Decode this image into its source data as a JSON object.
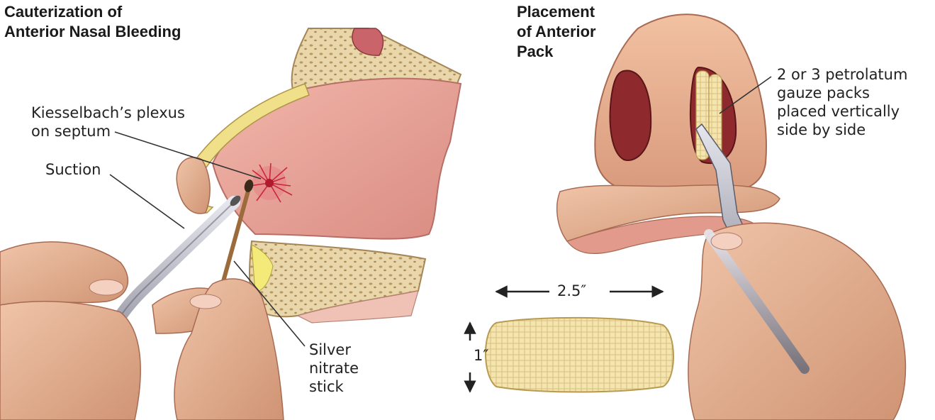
{
  "left_panel": {
    "title": [
      "Cauterization of",
      "Anterior Nasal Bleeding"
    ],
    "labels": {
      "kiesselbach": [
        "Kiesselbach’s plexus",
        "on septum"
      ],
      "suction": "Suction",
      "silver_nitrate": [
        "Silver",
        "nitrate",
        "stick"
      ]
    }
  },
  "right_panel": {
    "title": [
      "Placement",
      "of Anterior",
      "Pack"
    ],
    "labels": {
      "gauze": [
        "2 or 3 petrolatum",
        "gauze packs",
        "placed vertically",
        "side by side"
      ],
      "width": "2.5″",
      "height": "1″"
    }
  },
  "colors": {
    "mucosa": "#e9a49a",
    "skin": "#e8b79a",
    "bone": "#e6d3a8",
    "bleeding": "#c8283a",
    "gauze": "#f1dfa6",
    "instrument": "#b9b9c2",
    "leader_line": "#333333"
  }
}
